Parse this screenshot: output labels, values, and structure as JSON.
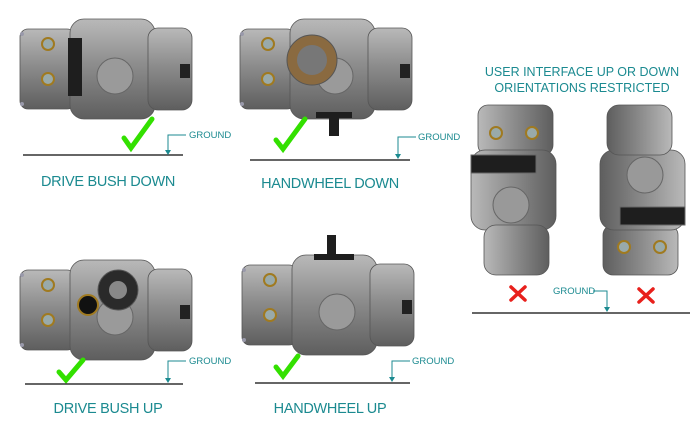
{
  "panels": [
    {
      "caption": "DRIVE BUSH DOWN",
      "ground_label": "GROUND",
      "status": "allowed"
    },
    {
      "caption": "HANDWHEEL DOWN",
      "ground_label": "GROUND",
      "status": "allowed"
    },
    {
      "caption": "DRIVE BUSH UP",
      "ground_label": "GROUND",
      "status": "allowed"
    },
    {
      "caption": "HANDWHEEL UP",
      "ground_label": "GROUND",
      "status": "allowed"
    }
  ],
  "restricted": {
    "title_line1": "USER INTERFACE UP OR DOWN",
    "title_line2": "ORIENTATIONS RESTRICTED",
    "ground_label": "GROUND",
    "status": "restricted"
  },
  "colors": {
    "text": "#1b8a90",
    "check": "#33e000",
    "cross": "#e8201c",
    "body": "#8e8e8e"
  }
}
